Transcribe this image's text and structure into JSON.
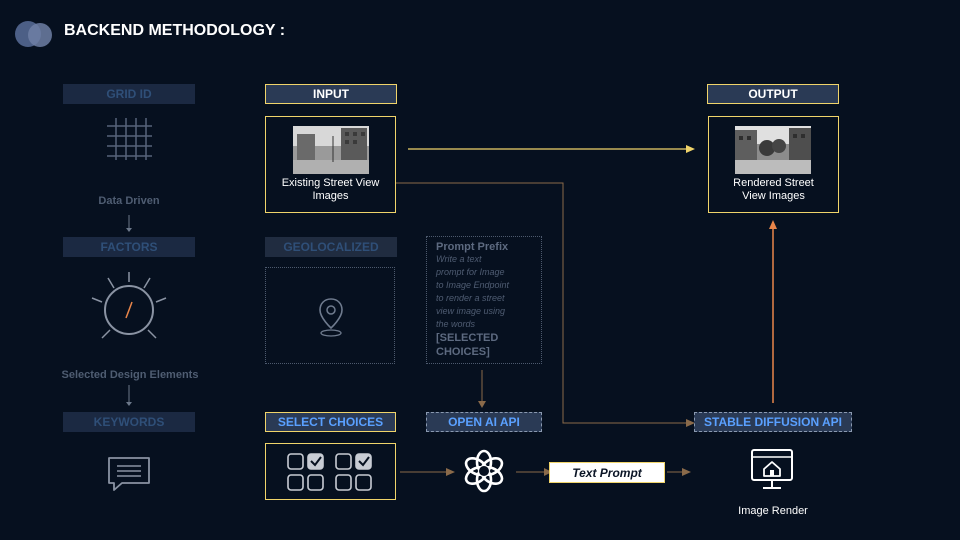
{
  "title": "BACKEND METHODOLOGY :",
  "left_column": {
    "grid_id": "GRID ID",
    "data_driven": "Data Driven",
    "factors": "FACTORS",
    "selected_design_elements": "Selected Design Elements",
    "keywords": "KEYWORDS"
  },
  "input": {
    "header": "INPUT",
    "caption_line1": "Existing Street View",
    "caption_line2": "Images"
  },
  "output": {
    "header": "OUTPUT",
    "caption_line1": "Rendered Street",
    "caption_line2": "View Images"
  },
  "geolocalized": {
    "header": "GEOLOCALIZED"
  },
  "prompt_prefix": {
    "title": "Prompt Prefix",
    "body_lines": [
      "Write a text",
      "prompt for Image",
      "to Image Endpoint",
      "to render a street",
      "view image using",
      "the words"
    ],
    "tail_lines": [
      "[SELECTED",
      "CHOICES]"
    ]
  },
  "select_choices": {
    "header": "SELECT CHOICES"
  },
  "openai": {
    "header": "OPEN AI API"
  },
  "stable_diffusion": {
    "header": "STABLE DIFFUSION API"
  },
  "text_prompt": "Text Prompt",
  "image_render": "Image Render",
  "colors": {
    "background": "#06101f",
    "accent_yellow": "#f0d46a",
    "accent_orange": "#e8854a",
    "blue_text": "#5aa0ff",
    "dim_header": "#1b2942"
  },
  "icons": [
    "logo-circles-icon",
    "grid-icon",
    "compass-icon",
    "chat-icon",
    "location-pin-icon",
    "checkbox-grid-icon",
    "openai-logo-icon",
    "monitor-house-icon"
  ]
}
